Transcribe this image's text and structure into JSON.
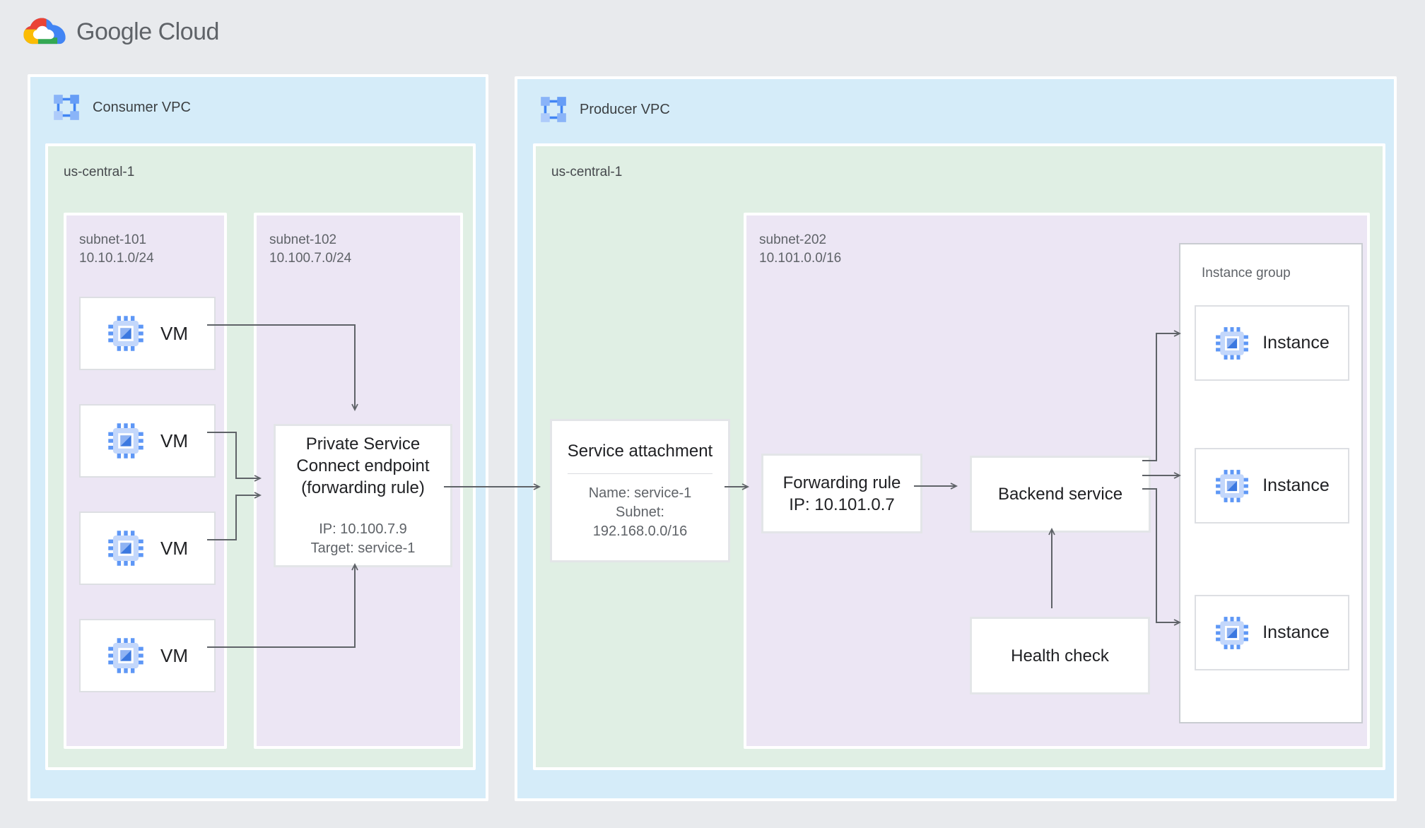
{
  "brand": {
    "word1": "Google",
    "word2": "Cloud"
  },
  "colors": {
    "page_bg": "#e8eaed",
    "vpc_fill": "#d5ecf9",
    "region_fill": "#e0efe4",
    "subnet_fill": "#ece6f4",
    "arrow": "#5f6368",
    "google_blue": "#4285f4",
    "google_red": "#ea4335",
    "google_yellow": "#fbbc04",
    "google_green": "#34a853",
    "title_text": "#202124",
    "muted_text": "#5f6368"
  },
  "consumer_vpc": {
    "label": "Consumer VPC",
    "region": {
      "label": "us-central-1",
      "subnet_101": {
        "name": "subnet-101",
        "cidr": "10.10.1.0/24",
        "vms": [
          {
            "label": "VM"
          },
          {
            "label": "VM"
          },
          {
            "label": "VM"
          },
          {
            "label": "VM"
          }
        ]
      },
      "subnet_102": {
        "name": "subnet-102",
        "cidr": "10.100.7.0/24",
        "psc_endpoint": {
          "title": "Private Service Connect endpoint (forwarding rule)",
          "ip_line": "IP: 10.100.7.9",
          "target_line": "Target: service-1"
        }
      }
    }
  },
  "producer_vpc": {
    "label": "Producer VPC",
    "region": {
      "label": "us-central-1",
      "service_attachment": {
        "title": "Service attachment",
        "name_line": "Name: service-1",
        "subnet_word": "Subnet:",
        "subnet_cidr": "192.168.0.0/16"
      },
      "subnet_202": {
        "name": "subnet-202",
        "cidr": "10.101.0.0/16",
        "forwarding_rule": {
          "line1": "Forwarding rule",
          "line2": "IP: 10.101.0.7"
        },
        "backend_service": {
          "label": "Backend service"
        },
        "health_check": {
          "label": "Health check"
        },
        "instance_group": {
          "label": "Instance group",
          "instances": [
            {
              "label": "Instance"
            },
            {
              "label": "Instance"
            },
            {
              "label": "Instance"
            }
          ]
        }
      }
    }
  }
}
